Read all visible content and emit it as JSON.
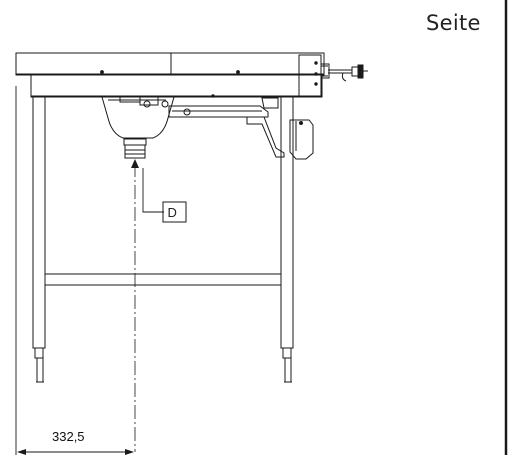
{
  "header": {
    "side_label": "Seite"
  },
  "callouts": {
    "drain_label": "D"
  },
  "dimensions": {
    "drain_offset": "332,5"
  }
}
